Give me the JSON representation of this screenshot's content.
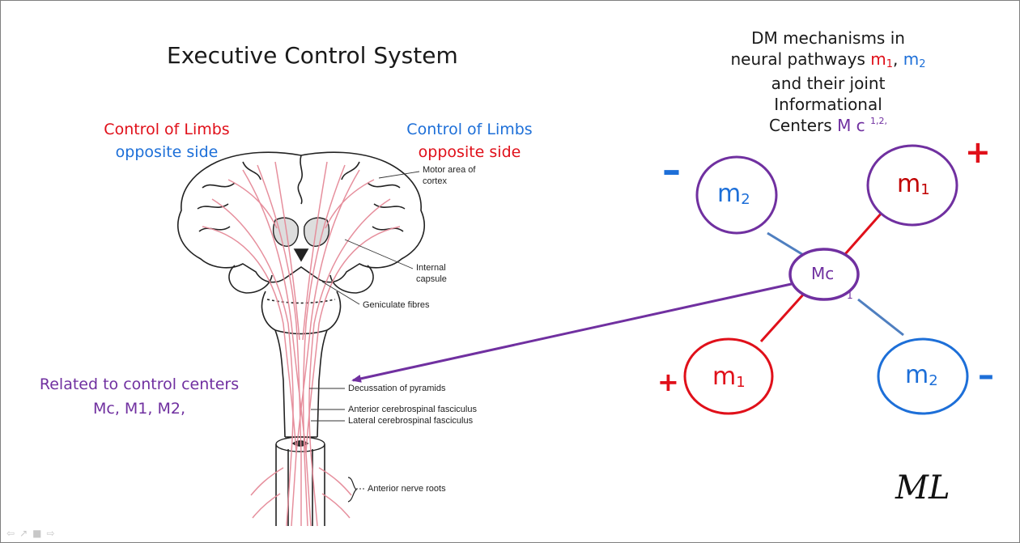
{
  "title": "Executive Control System",
  "dm_text": {
    "line1": "DM mechanisms in",
    "line2_prefix": "neural  pathways ",
    "m1_base": "m",
    "m1_sub": "1",
    "comma": ", ",
    "m2_base": "m",
    "m2_sub": "2",
    "line3": "and their joint",
    "line4": "Informational",
    "line5_prefix": "Centers ",
    "mc": "M c ",
    "mc_sup": "1,2,"
  },
  "left_label": {
    "line1": "Control of Limbs",
    "line2": "opposite side"
  },
  "right_label": {
    "line1": "Control of Limbs",
    "line2": "opposite side"
  },
  "related": {
    "line1": "Related to control  centers",
    "line2": "Mc, M1, M2,"
  },
  "anatomy_labels": {
    "motor1": "Motor area of",
    "motor2": "cortex",
    "internal1": "Internal",
    "internal2": "capsule",
    "geniculate": "Geniculate fibres",
    "decussation": "Decussation of pyramids",
    "anterior_cs": "Anterior cerebrospinal fasciculus",
    "lateral_cs": "Lateral cerebrospinal fasciculus",
    "anterior_roots": "Anterior nerve roots"
  },
  "nodes": {
    "m2_top": {
      "base": "m",
      "sub": "2",
      "sign": "–"
    },
    "m1_top": {
      "base": "m",
      "sub": "1",
      "sign": "+"
    },
    "mc": {
      "label": "Mc",
      "sub": "1"
    },
    "m1_bottom": {
      "base": "m",
      "sub": "1",
      "sign": "+"
    },
    "m2_bottom": {
      "base": "m",
      "sub": "2",
      "sign": "–"
    }
  },
  "signature": "ML",
  "colors": {
    "red": "#e0101a",
    "blue": "#1d6fd8",
    "purple": "#7030a0",
    "steel": "#4f7fc0",
    "nerve": "#e58a98"
  }
}
